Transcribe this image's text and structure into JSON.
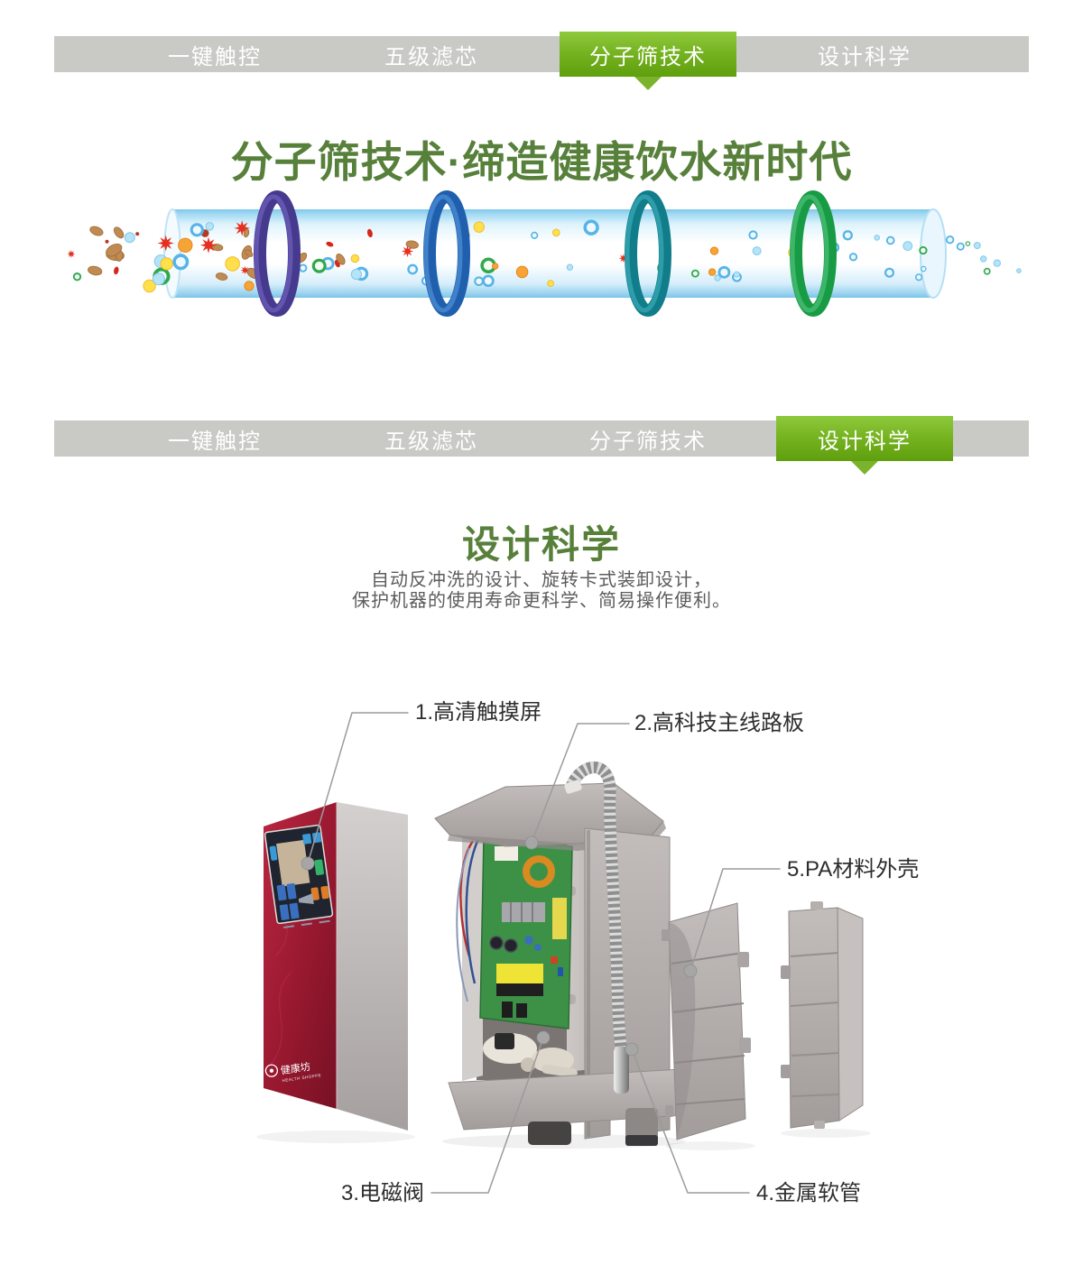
{
  "nav": {
    "tabs": [
      {
        "label": "一键触控"
      },
      {
        "label": "五级滤芯"
      },
      {
        "label": "分子筛技术"
      },
      {
        "label": "设计科学"
      }
    ]
  },
  "molecular_section": {
    "title": "分子筛技术·缔造健康饮水新时代"
  },
  "design_section": {
    "title": "设计科学",
    "desc_line1": "自动反冲洗的设计、旋转卡式装卸设计，",
    "desc_line2": "保护机器的使用寿命更科学、简易操作便利。"
  },
  "diagram": {
    "labels": {
      "touch_screen": "1.高清触摸屏",
      "mainboard": "2.高科技主线路板",
      "solenoid_valve": "3.电磁阀",
      "metal_hose": "4.金属软管",
      "pa_shell": "5.PA材料外壳"
    },
    "brand": "健康坊",
    "brand_sub": "HEALTH SHOPPE"
  },
  "colors": {
    "accent_green_light": "#8fc93c",
    "accent_green_dark": "#5f9e0c",
    "title_green": "#57803a",
    "tab_bar_gray": "#c9c9c6",
    "ring_purple": "#453a8e",
    "ring_blue": "#1f5fae",
    "ring_teal": "#117c8a",
    "ring_green": "#189b45"
  }
}
